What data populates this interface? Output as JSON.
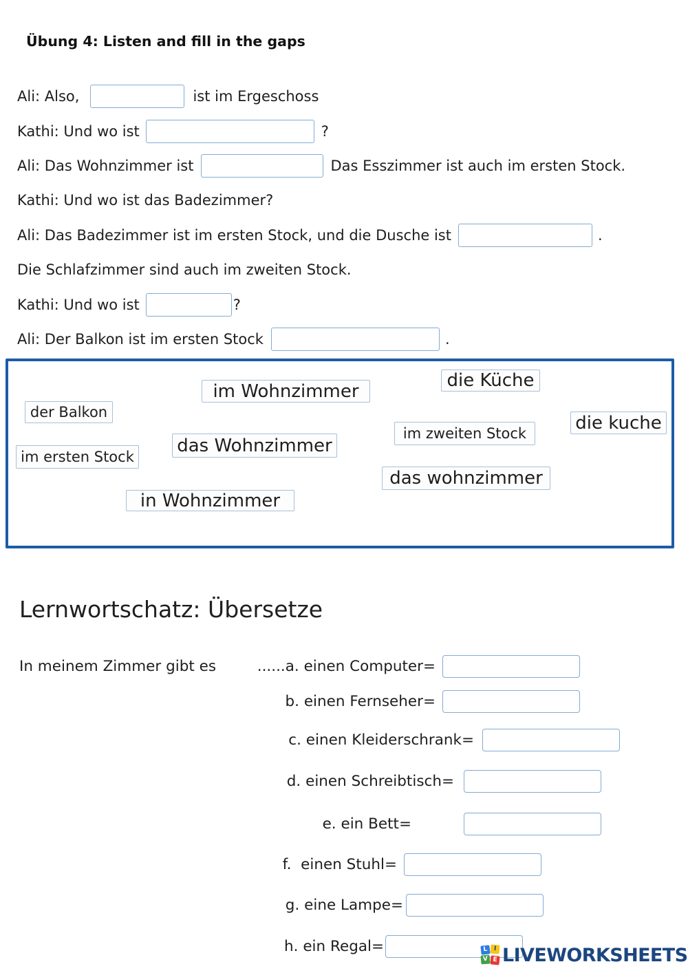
{
  "title": "Übung 4: Listen and fill in the gaps",
  "dialog": [
    {
      "pre": "Ali: Also,",
      "post": "ist im Ergeschoss"
    },
    {
      "pre": "Kathi: Und wo ist",
      "post": "?"
    },
    {
      "pre": "Ali: Das Wohnzimmer ist",
      "post": "Das Esszimmer ist auch im ersten Stock."
    },
    {
      "text": "Kathi: Und wo ist das Badezimmer?"
    },
    {
      "pre": "Ali: Das Badezimmer ist im ersten Stock, und die Dusche ist",
      "post": "."
    },
    {
      "text": "Die Schlafzimmer sind auch im zweiten Stock."
    },
    {
      "pre": "Kathi: Und wo ist",
      "post": "?"
    },
    {
      "pre": "Ali: Der Balkon ist im ersten Stock",
      "post": "."
    }
  ],
  "wordbank": {
    "chips": [
      {
        "label": "die Küche"
      },
      {
        "label": "im Wohnzimmer"
      },
      {
        "label": "der Balkon"
      },
      {
        "label": "die kuche"
      },
      {
        "label": "im zweiten Stock"
      },
      {
        "label": "das Wohnzimmer"
      },
      {
        "label": "im ersten Stock"
      },
      {
        "label": "das wohnzimmer"
      },
      {
        "label": "in Wohnzimmer"
      }
    ]
  },
  "section2": {
    "heading": "Lernwortschatz: Übersetze",
    "intro": "In meinem Zimmer gibt es",
    "rows": [
      {
        "label": "......a. einen Computer="
      },
      {
        "label": "b. einen Fernseher="
      },
      {
        "label": "c. einen Kleiderschrank="
      },
      {
        "label": "d. einen Schreibtisch="
      },
      {
        "label": "e. ein Bett="
      },
      {
        "label": "f.  einen Stuhl="
      },
      {
        "label": "g. eine Lampe="
      },
      {
        "label": "h. ein Regal="
      }
    ]
  },
  "logo": {
    "tiles": [
      {
        "letter": "L",
        "color": "#2f7de1"
      },
      {
        "letter": "I",
        "color": "#f5c518"
      },
      {
        "letter": "V",
        "color": "#43a047"
      },
      {
        "letter": "E",
        "color": "#e53935"
      }
    ],
    "text": "LIVEWORKSHEETS",
    "text_color": "#1b4680"
  },
  "colors": {
    "input_border": "#84abd3",
    "wordbank_border": "#1d5ca6",
    "chip_border": "#a7bfd9",
    "text": "#1e1e1e"
  }
}
